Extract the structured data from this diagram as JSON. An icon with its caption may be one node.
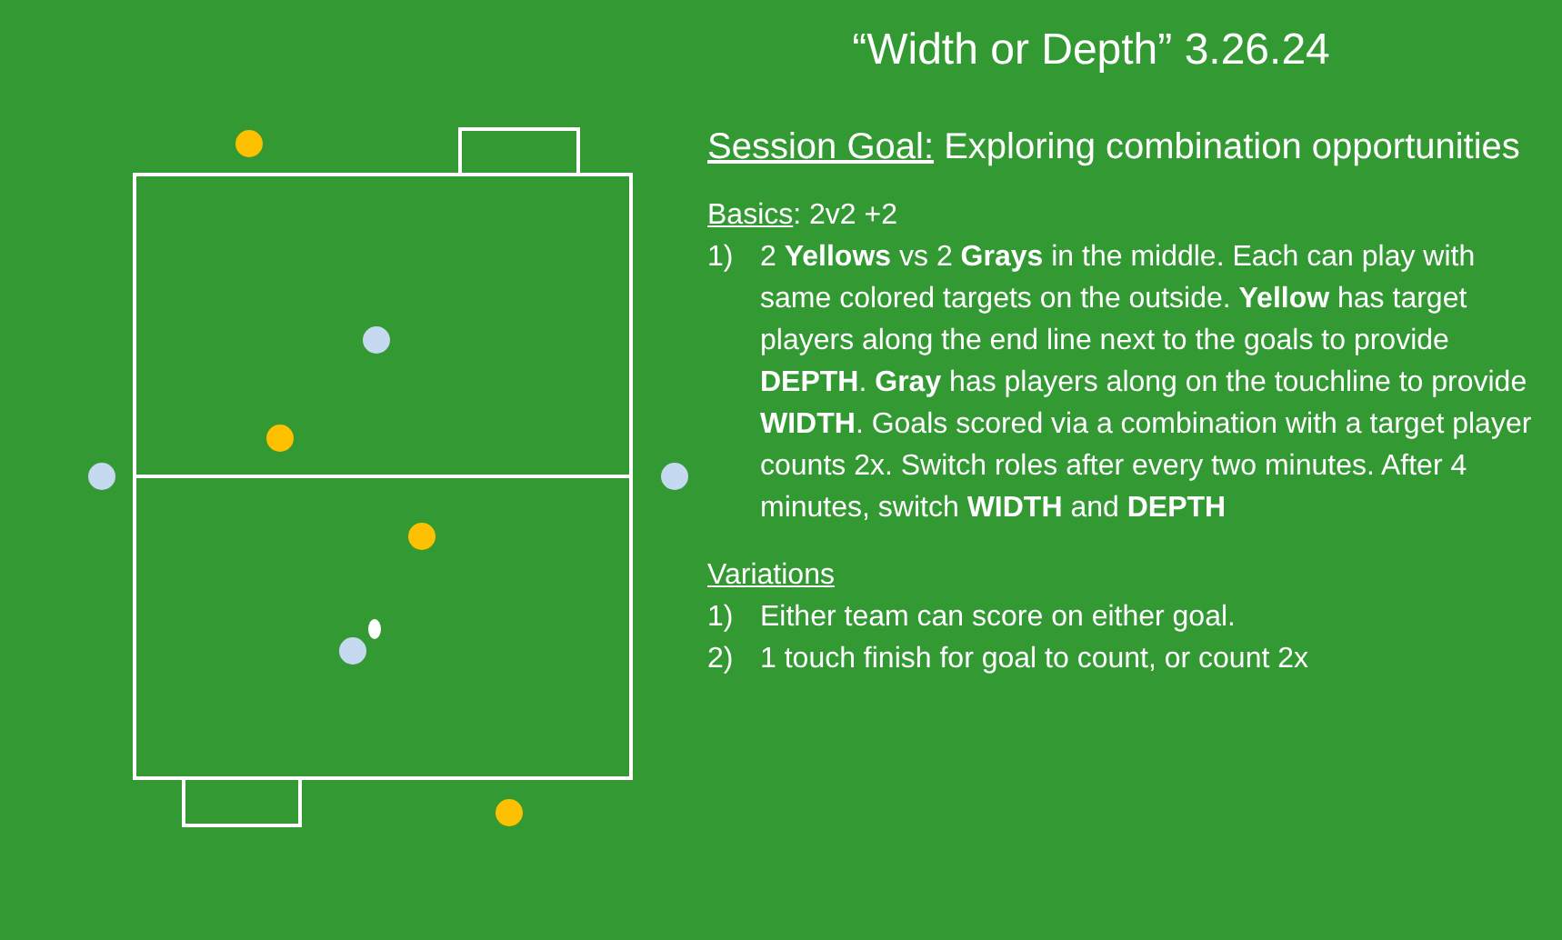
{
  "diagram": {
    "title": "“Width or Depth” 3.26.24",
    "labels": [
      "Session Goal:",
      "Exploring combination opportunities",
      "Basics",
      ": 2v2 +2",
      "1)",
      "2 **Yellows** vs 2 **Grays** in the middle. Each can play with same colored targets on the outside. **Yellow** has target players along the end line next to the goals to provide **DEPTH**. **Gray** has players along on the touchline to provide **WIDTH**. Goals scored via a combination with a target player counts 2x. Switch roles after every two minutes. After 4 minutes, switch **WIDTH** and **DEPTH**",
      "Variations",
      "1)",
      "Either team can score on either goal.",
      "2)",
      "1 touch finish for goal to count, or count 2x"
    ]
  }
}
